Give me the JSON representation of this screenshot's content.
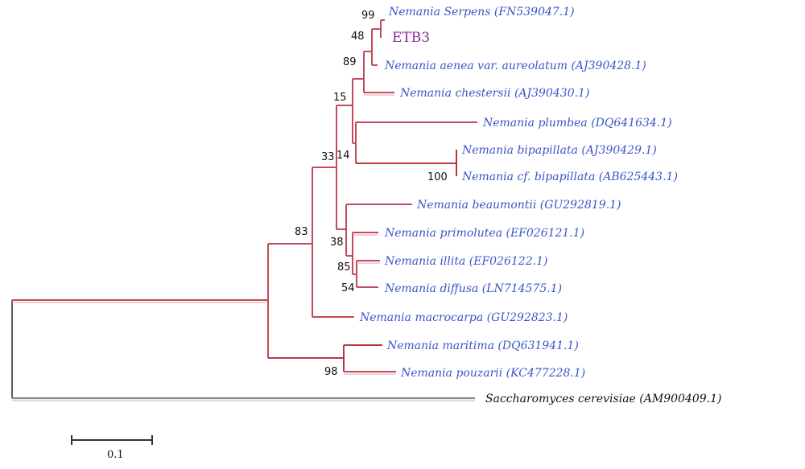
{
  "tree": {
    "taxa": [
      {
        "id": "serpens",
        "label": "Nemania Serpens (FN539047.1)"
      },
      {
        "id": "etb3",
        "label": "ETB3"
      },
      {
        "id": "aenea",
        "label": "Nemania aenea var. aureolatum (AJ390428.1)"
      },
      {
        "id": "chestersii",
        "label": "Nemania  chestersii (AJ390430.1)"
      },
      {
        "id": "plumbea",
        "label": "Nemania plumbea (DQ641634.1)"
      },
      {
        "id": "bipapillata",
        "label": "Nemania bipapillata (AJ390429.1)"
      },
      {
        "id": "cfbipapillata",
        "label": "Nemania cf. bipapillata (AB625443.1)"
      },
      {
        "id": "beaumontii",
        "label": "Nemania beaumontii (GU292819.1)"
      },
      {
        "id": "primolutea",
        "label": "Nemania primolutea (EF026121.1)"
      },
      {
        "id": "illita",
        "label": "Nemania illita (EF026122.1)"
      },
      {
        "id": "diffusa",
        "label": "Nemania diffusa (LN714575.1)"
      },
      {
        "id": "macrocarpa",
        "label": "Nemania macrocarpa (GU292823.1)"
      },
      {
        "id": "maritima",
        "label": "Nemania maritima (DQ631941.1)"
      },
      {
        "id": "pouzarii",
        "label": "Nemania  pouzarii (KC477228.1)"
      },
      {
        "id": "saccharomyces",
        "label": "Saccharomyces cerevisiae (AM900409.1)"
      }
    ],
    "bootstrap": [
      {
        "id": "b99",
        "value": "99"
      },
      {
        "id": "b48",
        "value": "48"
      },
      {
        "id": "b89",
        "value": "89"
      },
      {
        "id": "b15",
        "value": "15"
      },
      {
        "id": "b33",
        "value": "33"
      },
      {
        "id": "b14",
        "value": "14"
      },
      {
        "id": "b100",
        "value": "100"
      },
      {
        "id": "b83",
        "value": "83"
      },
      {
        "id": "b38",
        "value": "38"
      },
      {
        "id": "b85",
        "value": "85"
      },
      {
        "id": "b54",
        "value": "54"
      },
      {
        "id": "b98",
        "value": "98"
      }
    ]
  },
  "scale": {
    "label": "0.1",
    "branch_length": 0.1
  }
}
